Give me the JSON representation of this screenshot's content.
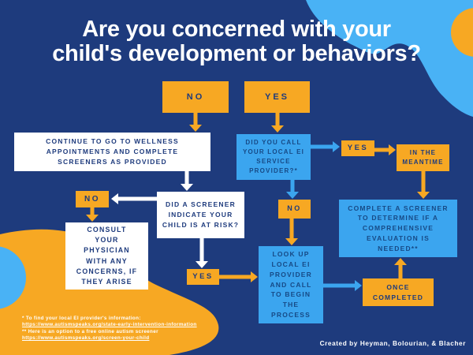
{
  "palette": {
    "background_navy": "#1e3b7d",
    "accent_yellow": "#f7a823",
    "accent_light_blue": "#3ba5ef",
    "blob_light_blue": "#49b2f5",
    "box_white": "#ffffff",
    "text_navy": "#1e3b7d"
  },
  "title": {
    "line1": "Are you concerned with your",
    "line2": "child's development or behaviors?"
  },
  "flowchart": {
    "no_top": "NO",
    "yes_top": "YES",
    "continue_box": "CONTINUE TO GO TO WELLNESS APPOINTMENTS AND COMPLETE SCREENERS AS PROVIDED",
    "did_you_call": "DID YOU CALL YOUR LOCAL EI SERVICE PROVIDER?*",
    "yes_mid": "YES",
    "in_the_meantime": "IN THE MEANTIME",
    "complete_screener": "COMPLETE A SCREENER TO DETERMINE IF A COMPREHENSIVE EVALUATION IS NEEDED**",
    "did_a_screener": "DID A SCREENER INDICATE YOUR CHILD IS AT RISK?",
    "no_left": "NO",
    "consult_physician": "CONSULT YOUR PHYSICIAN WITH ANY CONCERNS, IF THEY ARISE",
    "yes_bottom": "YES",
    "no_mid": "NO",
    "look_up": "LOOK UP LOCAL EI PROVIDER AND CALL TO BEGIN THE PROCESS",
    "once_completed": "ONCE COMPLETED"
  },
  "footnotes": {
    "note1": "* To find your local EI provider's information:",
    "link1": "https://www.autismspeaks.org/state-early-intervention-information",
    "note2": "** Here is an option to a free online autism screener",
    "link2": "https://www.autismspeaks.org/screen-your-child"
  },
  "credit": "Created by Heyman, Bolourian, & Blacher"
}
